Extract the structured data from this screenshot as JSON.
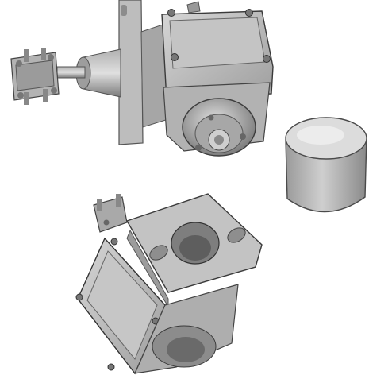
{
  "palette": {
    "background": "#ffffff",
    "metal_light": "#c9c9c9",
    "metal_mid": "#a9a9a9",
    "metal_dark": "#6e6e6e",
    "edge": "#3a3a3a",
    "cap": "#b8b8b8"
  },
  "objects": [
    {
      "name": "rotary-limit-switch-assembly"
    },
    {
      "name": "protective-cap"
    },
    {
      "name": "switch-housing-with-flange"
    }
  ]
}
